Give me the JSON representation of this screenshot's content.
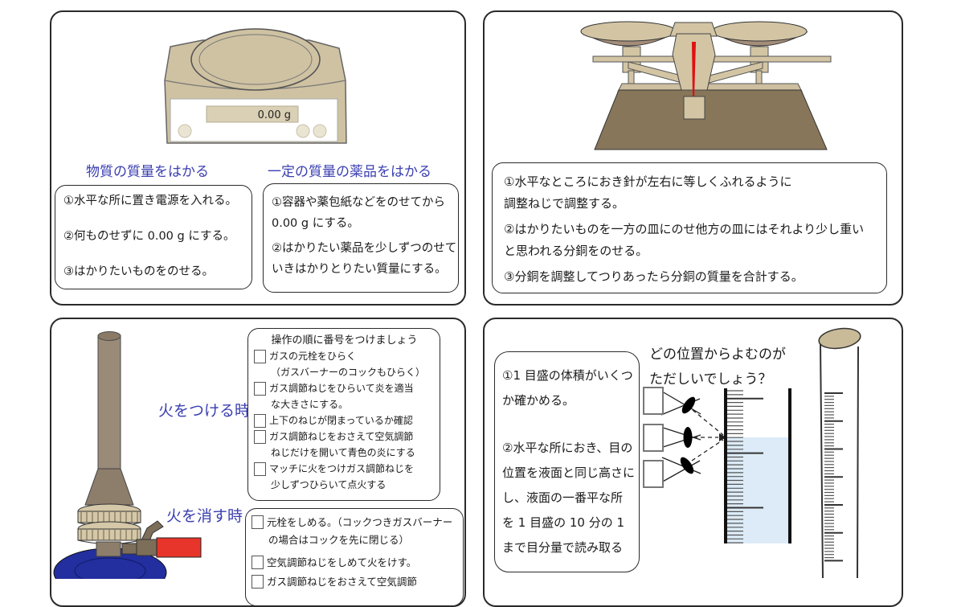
{
  "electronic_balance": {
    "display": "0.00 g",
    "heading_left": "物質の質量をはかる",
    "heading_right": "一定の質量の薬品をはかる",
    "left_steps": [
      "①水平な所に置き電源を入れる。",
      "②何ものせずに 0.00 g にする。",
      "③はかりたいものをのせる。"
    ],
    "right_steps": [
      "①容器や薬包紙などをのせてから",
      "0.00 g にする。",
      "②はかりたい薬品を少しずつのせて",
      "いきはかりとりたい質量にする。"
    ]
  },
  "beam_balance": {
    "steps": [
      "①水平なところにおき針が左右に等しくふれるように",
      "調整ねじで調整する。",
      "②はかりたいものを一方の皿にのせ他方の皿にはそれより少し重い",
      "と思われる分銅をのせる。",
      "③分銅を調整してつりあったら分銅の質量を合計する。"
    ]
  },
  "gas_burner": {
    "label_light": "火をつける時",
    "label_extinguish": "火を消す時",
    "checklist_title": "操作の順に番号をつけましょう",
    "light_steps": [
      "ガスの元栓をひらく",
      "（ガスバーナーのコックもひらく）",
      "ガス調節ねじをひらいて炎を適当",
      "な大きさにする。",
      "上下のねじが閉まっているか確認",
      "ガス調節ねじをおさえて空気調節",
      "ねじだけを開いて青色の炎にする",
      "マッチに火をつけガス調節ねじを",
      "少しずつひらいて点火する"
    ],
    "extinguish_steps": [
      "元栓をしめる。（コックつきガスバーナー",
      "の場合はコックを先に閉じる）",
      "空気調節ねじをしめて火をけす。",
      "ガス調節ねじをおさえて空気調節"
    ]
  },
  "measuring_cylinder": {
    "steps": [
      "①1 目盛の体積がいくつ",
      "か確かめる。",
      "②水平な所におき、目の",
      "位置を液面と同じ高さに",
      "し、液面の一番平な所",
      "を 1 目盛の 10 分の 1",
      "まで目分量で読み取る"
    ],
    "question": [
      "どの位置からよむのが",
      "ただしいでしょう？"
    ]
  },
  "colors": {
    "accent_blue": "#3a3fb0",
    "instrument_tan": "#cfc2a2",
    "pan_shadow_brown": "#a48d79",
    "base_brown": "#877659",
    "burner_navy": "#232f9e",
    "pointer_red": "#e01010",
    "handle_red": "#e8352b",
    "liquid_blue": "#dcebf7"
  }
}
